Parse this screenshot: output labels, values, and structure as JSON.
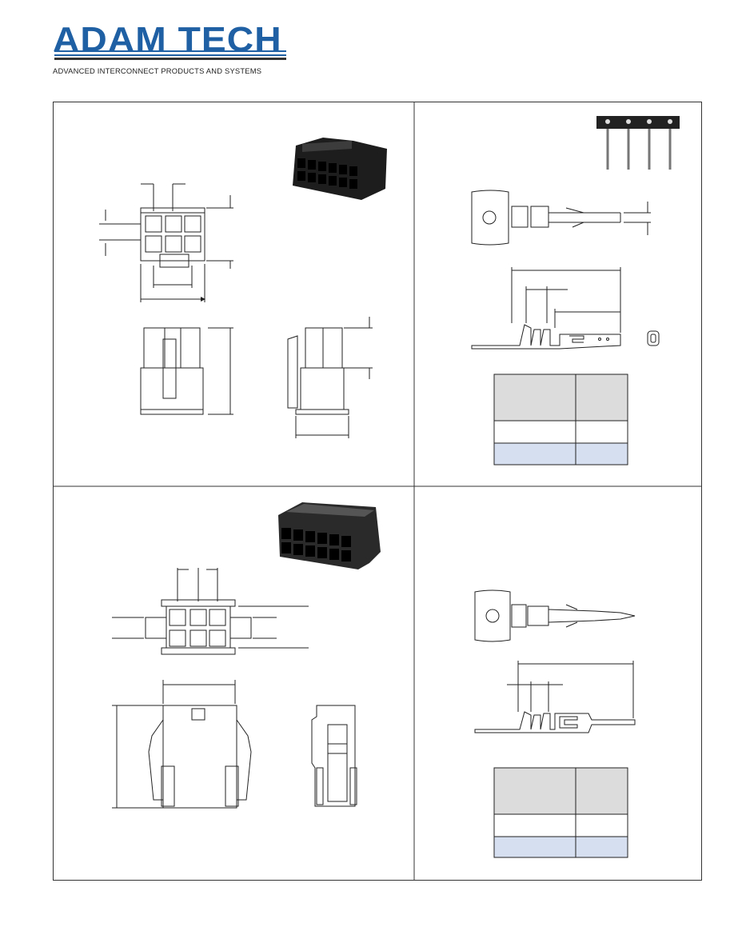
{
  "brand": {
    "name": "ADAM TECH",
    "tagline": "ADVANCED INTERCONNECT PRODUCTS AND SYSTEMS",
    "primary_color": "#1f5fa3"
  },
  "panels": {
    "top_left": {
      "content": "receptacle-housing-drawings"
    },
    "top_right": {
      "content": "female-terminal-drawings"
    },
    "bottom_left": {
      "content": "plug-housing-drawings"
    },
    "bottom_right": {
      "content": "male-terminal-drawings"
    }
  },
  "tables": {
    "header_fill": "#dcdcdc",
    "row_fill": "#ffffff",
    "highlight_fill": "#d6dff0"
  }
}
